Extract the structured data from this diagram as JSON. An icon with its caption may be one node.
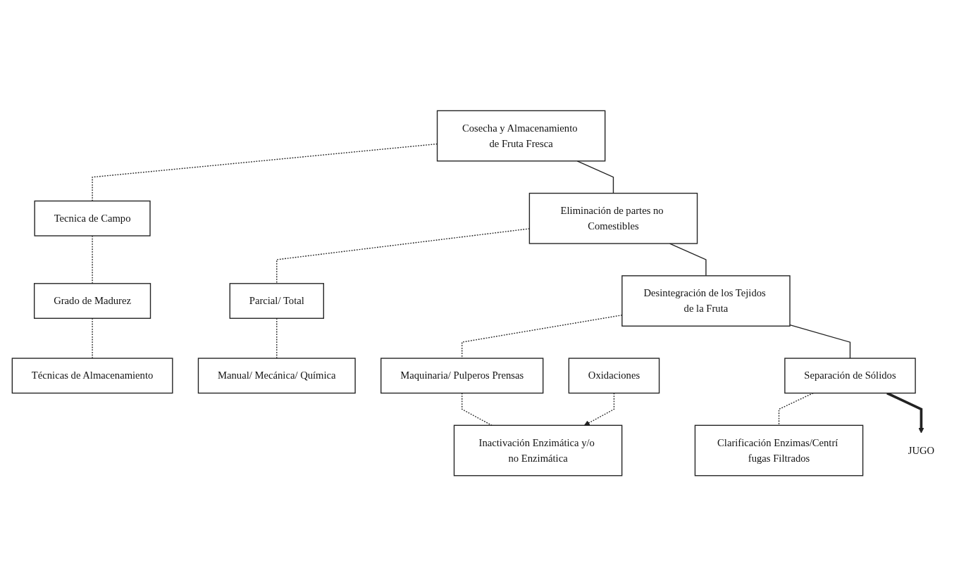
{
  "diagram": {
    "nodes": [
      {
        "text": [
          "Cosecha y Almacenamiento de Fruta Fresca"
        ]
      },
      {
        "text": [
          "Tecnica de Campo"
        ]
      },
      {
        "text": [
          "Grado de Madurez"
        ]
      },
      {
        "text": [
          "Técnicas de Almacenamiento"
        ]
      },
      {
        "text": [
          "Eliminación de partes no Comestibles"
        ]
      },
      {
        "text": [
          "Parcial/ Total"
        ]
      },
      {
        "text": [
          "Manual/ Mecánica/ Química"
        ]
      },
      {
        "text": [
          "Desintegración de los Tejidos de la Fruta"
        ]
      },
      {
        "text": [
          "Maquinaria/ Pulperos Prensas"
        ]
      },
      {
        "text": [
          "Inactivación Enzimática y/o no Enzimática"
        ]
      },
      {
        "text": [
          "Oxidaciones"
        ]
      },
      {
        "text": [
          "Separación de Sólidos"
        ]
      },
      {
        "text": [
          "Clarificación Enzimas/Centrí fugas Filtrados"
        ]
      },
      {
        "text": [
          "JUGO"
        ]
      }
    ],
    "edges": [
      {
        "from": 0,
        "to": 1,
        "arrow": "none",
        "style": "dashed"
      },
      {
        "from": 1,
        "to": 2,
        "arrow": "none",
        "style": "dashed"
      },
      {
        "from": 2,
        "to": 3,
        "arrow": "none",
        "style": "dashed"
      },
      {
        "from": 0,
        "to": 4,
        "arrow": "none"
      },
      {
        "from": 4,
        "to": 5,
        "arrow": "none",
        "style": "dashed"
      },
      {
        "from": 5,
        "to": 6,
        "arrow": "none",
        "style": "dashed"
      },
      {
        "from": 4,
        "to": 7,
        "arrow": "none"
      },
      {
        "from": 7,
        "to": 8,
        "arrow": "none",
        "style": "dashed"
      },
      {
        "from": 8,
        "to": 9,
        "arrow": "none",
        "style": "dashed"
      },
      {
        "from": 10,
        "to": 9,
        "arrow": "to",
        "style": "dashed"
      },
      {
        "from": 7,
        "to": 11,
        "arrow": "none"
      },
      {
        "from": 11,
        "to": 12,
        "arrow": "none",
        "style": "dashed"
      },
      {
        "from": 11,
        "to": 13,
        "arrow": "to",
        "style": "thick"
      }
    ]
  }
}
